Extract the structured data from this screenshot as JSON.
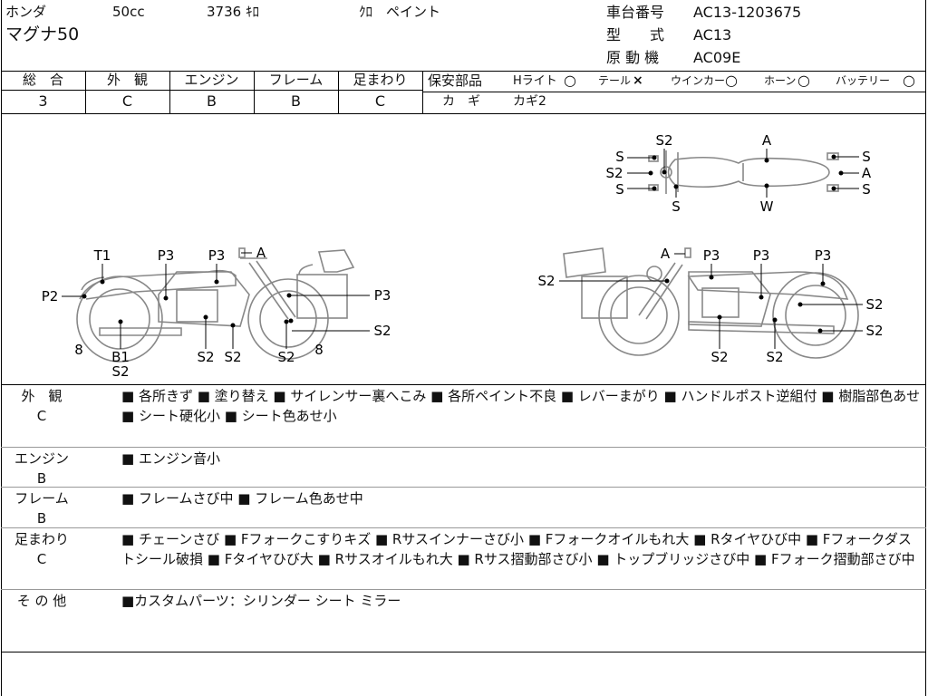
{
  "header": {
    "maker": "ホンダ",
    "model": "マグナ50",
    "displacement": "50cc",
    "mileage": "3736 ｷﾛ",
    "color": "ｸﾛ　ペイント",
    "chassis_label": "車台番号",
    "chassis_value": "AC13-1203675",
    "type_label": "型　　式",
    "type_value": "AC13",
    "engine_label": "原 動 機",
    "engine_value": "AC09E"
  },
  "scores": [
    {
      "label": "総　合",
      "value": "3"
    },
    {
      "label": "外　観",
      "value": "C"
    },
    {
      "label": "エンジン",
      "value": "B"
    },
    {
      "label": "フレーム",
      "value": "B"
    },
    {
      "label": "足まわり",
      "value": "C"
    }
  ],
  "safety": {
    "label": "保安部品",
    "items": [
      {
        "label": "Hライト",
        "mark": "○"
      },
      {
        "label": "テール",
        "mark": "×"
      },
      {
        "label": "ウインカー",
        "mark": "○"
      },
      {
        "label": "ホーン",
        "mark": "○"
      },
      {
        "label": "バッテリー",
        "mark": "○"
      }
    ],
    "key_label": "カ　ギ",
    "key_value": "カギ2"
  },
  "diagram": {
    "top_marks": [
      "S2",
      "A",
      "S",
      "S2",
      "S",
      "S",
      "W",
      "S",
      "A",
      "S"
    ],
    "left_marks": [
      "T1",
      "P3",
      "P3",
      "A",
      "P2",
      "P3",
      "S2",
      "8",
      "B1",
      "S2",
      "S2",
      "S2",
      "S2",
      "8"
    ],
    "right_marks": [
      "A",
      "P3",
      "P3",
      "P3",
      "S2",
      "S2",
      "S2",
      "S2",
      "S2"
    ]
  },
  "sections": [
    {
      "label": "外　観",
      "grade": "C",
      "text": "■ 各所きず ■ 塗り替え ■ サイレンサー裏へこみ ■ 各所ペイント不良 ■ レバーまがり ■ ハンドルポスト逆組付 ■ 樹脂部色あせ ■ シート硬化小 ■ シート色あせ小"
    },
    {
      "label": "エンジン",
      "grade": "B",
      "text": "■ エンジン音小"
    },
    {
      "label": "フレーム",
      "grade": "B",
      "text": "■ フレームさび中 ■ フレーム色あせ中"
    },
    {
      "label": "足まわり",
      "grade": "C",
      "text": "■ チェーンさび ■ Fフォークこすりキズ ■ Rサスインナーさび小 ■ Fフォークオイルもれ大 ■ Rタイヤひび中 ■ Fフォークダストシール破損 ■ Fタイヤひび大 ■ Rサスオイルもれ大 ■ Rサス摺動部さび小 ■ トップブリッジさび中 ■ Fフォーク摺動部さび中"
    },
    {
      "label": "そ の 他",
      "grade": "",
      "text": "■カスタムパーツ：シリンダー シート ミラー"
    }
  ]
}
